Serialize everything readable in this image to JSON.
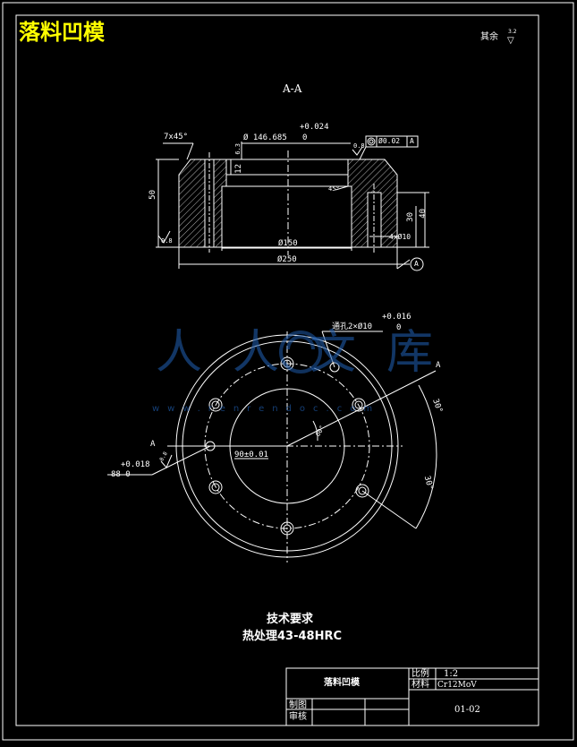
{
  "drawing": {
    "title": "落料凹模",
    "section_label": "A-A",
    "surface_finish_note": "其余",
    "surface_finish_value": "3.2",
    "colors": {
      "background": "#000000",
      "lines": "#ffffff",
      "title": "#ffff00",
      "watermark": "#1e5aa8"
    }
  },
  "section_view": {
    "dims": {
      "chamfer": "7x45°",
      "bore_dia": "Ø 146.685",
      "bore_tol_upper": "+0.024",
      "bore_tol_lower": "0",
      "bore_depth": "12",
      "left_height": "50",
      "small_dim": "6.3",
      "angle": "45°",
      "coaxiality_value": "Ø0.02",
      "coaxiality_datum": "A",
      "roughness_left": "0.8",
      "roughness_right": "0.8",
      "right_height_1": "30",
      "right_height_2": "40",
      "hole_dim": "4xØ10",
      "inner_dia": "Ø150",
      "outer_dia": "Ø250",
      "datum_label": "A"
    }
  },
  "plan_view": {
    "pin_holes_note": "通孔2×Ø10",
    "pin_tol_upper": "+0.016",
    "pin_tol_lower": "0",
    "section_mark_right": "A",
    "section_mark_left": "A",
    "angle_small": "30°",
    "angle_large": "30°",
    "center_angle": "60°",
    "pitch_dim": "90±0.01",
    "left_tol": "+0.018",
    "left_base": "88 0",
    "left_roughness": "0.8"
  },
  "watermark": {
    "text": "人人文库",
    "url": "www.renrendoc.com"
  },
  "tech_requirements": {
    "title": "技术要求",
    "line1": "热处理43-48HRC"
  },
  "title_block": {
    "part_name": "落料凹模",
    "scale_label": "比例",
    "scale_value": "1:2",
    "material_label": "材料",
    "material_value": "Cr12MoV",
    "drawn_label": "制图",
    "checked_label": "审核",
    "drawing_number": "01-02"
  }
}
